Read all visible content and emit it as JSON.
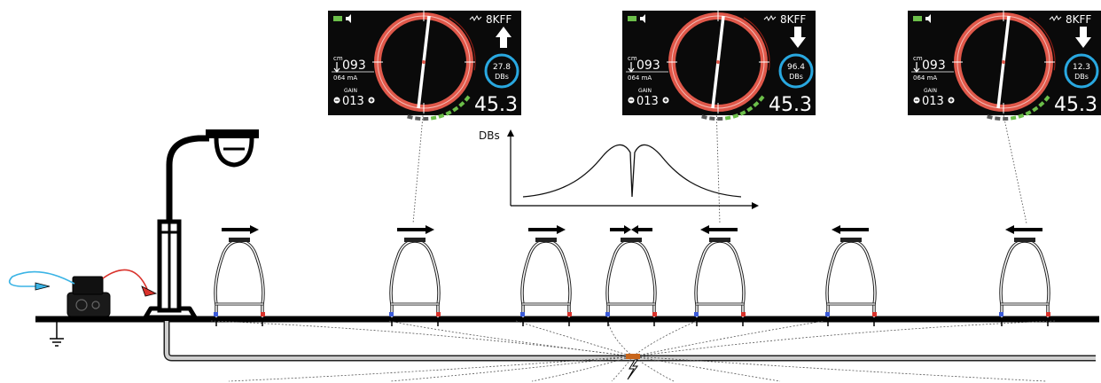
{
  "graph": {
    "y_label": "DBs"
  },
  "displays": [
    {
      "frequency": "8KFF",
      "arrow": "up",
      "depth_unit": "cm",
      "depth": "093",
      "current": "064  mA",
      "gain_label": "GAIN",
      "gain": "013",
      "db_value": "27.8",
      "db_unit": "DBs",
      "signal": "45.3"
    },
    {
      "frequency": "8KFF",
      "arrow": "down",
      "depth_unit": "cm",
      "depth": "093",
      "current": "064  mA",
      "gain_label": "GAIN",
      "gain": "013",
      "db_value": "96.4",
      "db_unit": "DBs",
      "signal": "45.3"
    },
    {
      "frequency": "8KFF",
      "arrow": "down",
      "depth_unit": "cm",
      "depth": "093",
      "current": "064  mA",
      "gain_label": "GAIN",
      "gain": "013",
      "db_value": "12.3",
      "db_unit": "DBs",
      "signal": "45.3"
    }
  ],
  "a_frames": [
    {
      "arrow": "right"
    },
    {
      "arrow": "right"
    },
    {
      "arrow": "right"
    },
    {
      "arrow": "converge"
    },
    {
      "arrow": "left"
    },
    {
      "arrow": "left"
    },
    {
      "arrow": "left"
    }
  ],
  "colors": {
    "display_bg": "#0a0a0a",
    "compass_ring": "#e0584a",
    "highlight_circle": "#29a8e0",
    "signal_bar": "#6cbf4a",
    "fault": "#c8661c",
    "wire_red": "#d9322b",
    "wire_blue": "#3bb4e5"
  }
}
